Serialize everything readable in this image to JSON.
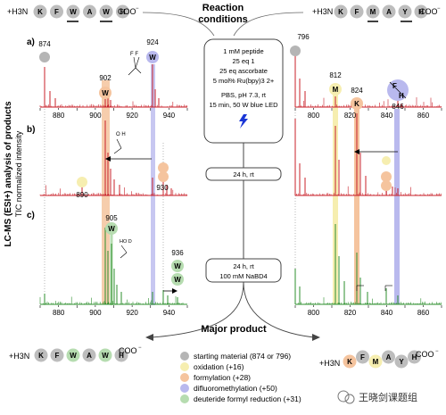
{
  "header": {
    "title_line1": "Reaction",
    "title_line2": "conditions",
    "nterm": "+H3N",
    "cterm": "COO",
    "left_sequence": [
      "K",
      "F",
      "W",
      "A",
      "W",
      "H"
    ],
    "right_sequence": [
      "K",
      "F",
      "M",
      "A",
      "Y",
      "H"
    ]
  },
  "y_axis": {
    "label_bold": "LC-MS (ESI+) analysis of products",
    "label_plain": "TIC normalized intensity"
  },
  "panels": [
    "a)",
    "b)",
    "c)"
  ],
  "left_axis": {
    "ticks": [
      "880",
      "900",
      "920",
      "940"
    ]
  },
  "right_axis": {
    "ticks": [
      "800",
      "820",
      "840",
      "860"
    ]
  },
  "conditions": {
    "lines": [
      "1 mM peptide",
      "25 eq 1",
      "25 eq ascorbate",
      "5 mol% Ru(bpy)3 2+",
      "PBS, pH 7.3, rt",
      "15 min, 50 W blue LED"
    ],
    "time1": "24 h, rt",
    "time2a": "24 h, rt",
    "time2b": "100 mM NaBD4"
  },
  "peaks_left": {
    "a_sm": "874",
    "a_w": "902",
    "a_df": "924",
    "b_ox": "890",
    "b_f": "930",
    "c_w": "905",
    "c_d": "936"
  },
  "peaks_right": {
    "sm": "796",
    "m": "812",
    "k": "824",
    "fh": "846"
  },
  "badges": {
    "W": "W",
    "M": "M",
    "K": "K",
    "F": "F",
    "H": "H"
  },
  "structures": {
    "cf2h": "F  F",
    "cho": "O  H",
    "cdo": "HO  D"
  },
  "product": {
    "title": "Major product",
    "left_sequence": [
      "K",
      "F",
      "W",
      "A",
      "W",
      "H"
    ],
    "right_sequence": [
      "K",
      "F",
      "M",
      "A",
      "Y",
      "H"
    ]
  },
  "legend": [
    {
      "label": "starting material (874 or 796)",
      "color": "#b5b5b5"
    },
    {
      "label": "oxidation (+16)",
      "color": "#f6eeb0"
    },
    {
      "label": "formylation (+28)",
      "color": "#f5c49e"
    },
    {
      "label": "difluoromethylation (+50)",
      "color": "#b9b9ee"
    },
    {
      "label": "deuteride formyl reduction (+31)",
      "color": "#b6dcb0"
    }
  ],
  "watermark": "王晓剑课题组",
  "colors": {
    "red": "#c8202a",
    "green": "#2e8f2e",
    "blueText": "#1a36d6",
    "gray": "#b5b5b5",
    "ox": "#f6eeb0",
    "form": "#f5c49e",
    "df": "#b9b9ee",
    "deut": "#b6dcb0"
  }
}
